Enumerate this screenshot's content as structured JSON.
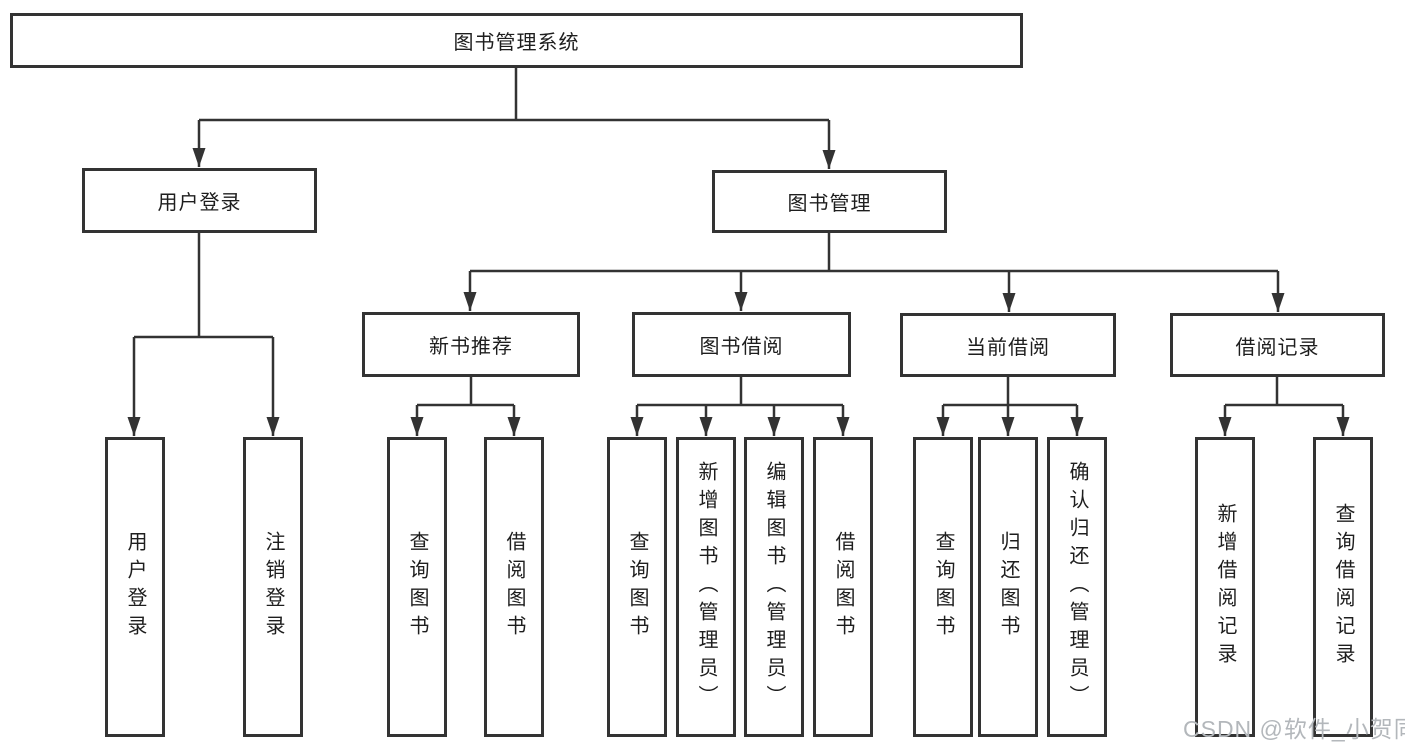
{
  "colors": {
    "line": "#333333",
    "text": "#1e1e1e",
    "watermark": "#b3b7bb",
    "background": "#ffffff"
  },
  "nodes": {
    "root": "图书管理系统",
    "level2": {
      "userLogin": "用户登录",
      "bookMgmt": "图书管理"
    },
    "level3": {
      "newBook": "新书推荐",
      "bookBorrow": "图书借阅",
      "currentBorrow": "当前借阅",
      "borrowRecords": "借阅记录"
    },
    "leaves": {
      "userLogin": [
        "用户登录",
        "注销登录"
      ],
      "newBook": [
        "查询图书",
        "借阅图书"
      ],
      "bookBorrow": [
        "查询图书",
        "新增图书（管理员）",
        "编辑图书（管理员）",
        "借阅图书"
      ],
      "currentBorrow": [
        "查询图书",
        "归还图书",
        "确认归还（管理员）"
      ],
      "borrowRecords": [
        "新增借阅记录",
        "查询借阅记录"
      ]
    }
  },
  "watermark": "CSDN @软件_小贺同学"
}
